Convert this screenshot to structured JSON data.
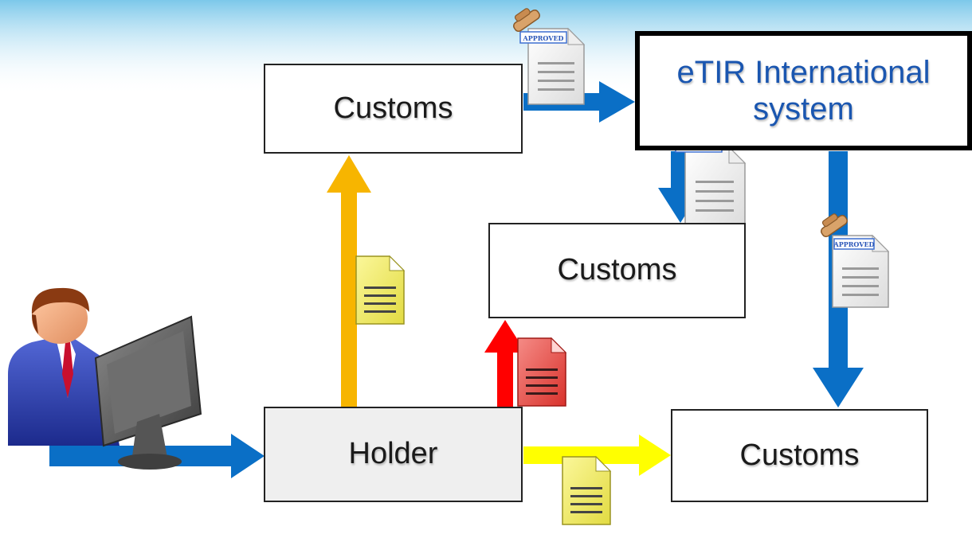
{
  "diagram": {
    "boxes": {
      "customs_top": "Customs",
      "etir_line1": "eTIR International",
      "etir_line2": "system",
      "customs_mid": "Customs",
      "holder": "Holder",
      "customs_bottom": "Customs"
    },
    "stamp_label": "APPROVED",
    "colors": {
      "blue_arrow": "#0a6fc6",
      "orange_arrow": "#f7b500",
      "yellow_arrow": "#ffff00",
      "red_arrow": "#ff0000",
      "etir_text": "#1a56b0",
      "yellow_doc": "#f2ee6a",
      "red_doc": "#e8433f",
      "white_doc": "#f4f4f4"
    },
    "icons": [
      "user-at-computer-icon",
      "document-icon",
      "approved-stamp-icon"
    ]
  }
}
